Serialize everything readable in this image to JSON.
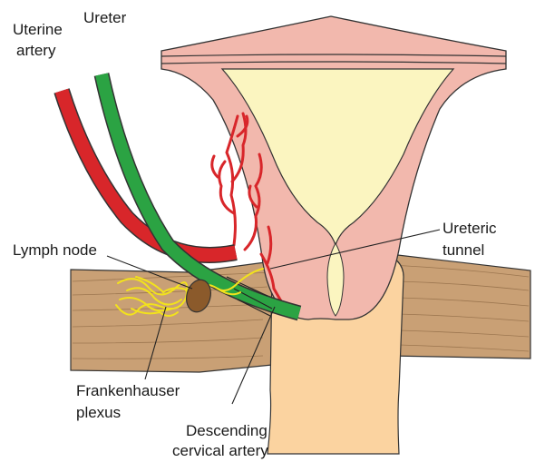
{
  "labels": {
    "uterine_artery_line1": "Uterine",
    "uterine_artery_line2": "artery",
    "ureter": "Ureter",
    "ureteric_tunnel_line1": "Ureteric",
    "ureteric_tunnel_line2": "tunnel",
    "lymph_node": "Lymph node",
    "frankenhauser_line1": "Frankenhauser",
    "frankenhauser_line2": "plexus",
    "descending_line1": "Descending",
    "descending_line2": "cervical artery"
  },
  "colors": {
    "uterus_wall": "#f2b8ad",
    "uterus_cavity": "#fbf5c0",
    "cervix": "#fbd3a0",
    "ligament": "#c9a075",
    "uterine_artery": "#d8262a",
    "ureter": "#2ba343",
    "lymph_node": "#8b5a2b",
    "plexus": "#f2e21c",
    "outline": "#333333"
  }
}
